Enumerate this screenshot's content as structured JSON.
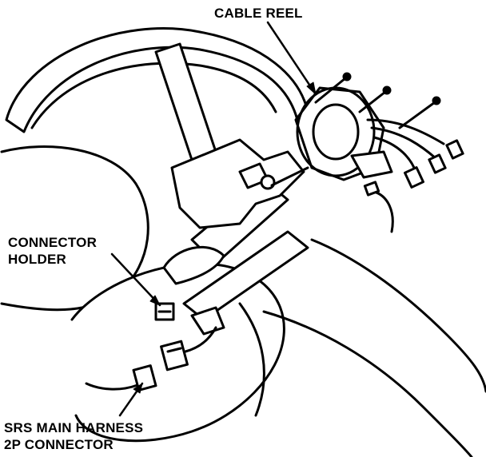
{
  "labels": {
    "cable_reel": "CABLE REEL",
    "connector_holder": {
      "line1": "CONNECTOR",
      "line2": "HOLDER"
    },
    "srs_connector": {
      "line1": "SRS MAIN HARNESS",
      "line2": "2P CONNECTOR"
    }
  },
  "colors": {
    "ink": "#000000",
    "paper": "#ffffff"
  }
}
